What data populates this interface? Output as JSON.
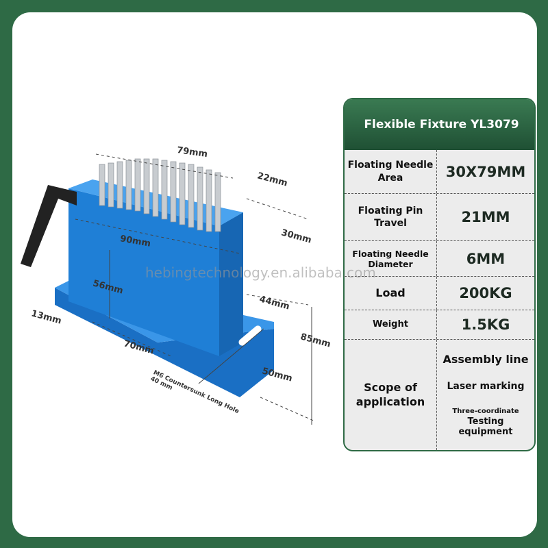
{
  "colors": {
    "background": "#2e6a45",
    "card": "#ffffff",
    "product_blue": "#1f7fd6",
    "header_green": "#2a6340"
  },
  "watermark": "hebingtechnology.en.alibaba.com",
  "dimensions": {
    "d79": "79mm",
    "d22": "22mm",
    "d30": "30mm",
    "d90": "90mm",
    "d56": "56mm",
    "d13": "13mm",
    "d44": "44mm",
    "d85": "85mm",
    "d70": "70mm",
    "d50": "50mm",
    "hole_note": "M6 Countersunk Long Hole 40 mm"
  },
  "spec": {
    "title": "Flexible Fixture YL3079",
    "rows": [
      {
        "label": "Floating Needle Area",
        "value": "30X79MM"
      },
      {
        "label": "Floating Pin Travel",
        "value": "21MM"
      },
      {
        "label": "Floating Needle Diameter",
        "value": "6MM"
      },
      {
        "label": "Load",
        "value": "200KG"
      },
      {
        "label": "Weight",
        "value": "1.5KG"
      }
    ],
    "scope": {
      "label": "Scope of application",
      "items": [
        "Assembly line",
        "Laser marking",
        "Three-coordinate",
        "Testing equipment"
      ]
    }
  }
}
